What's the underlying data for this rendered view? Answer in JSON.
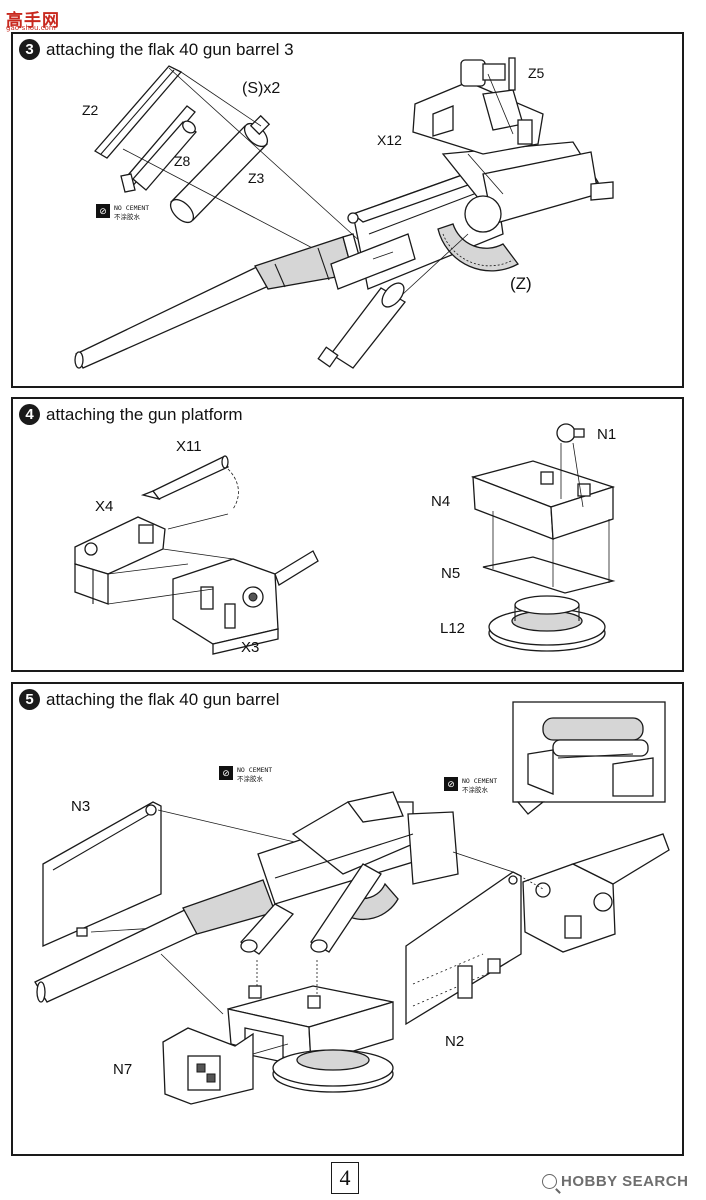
{
  "watermark": {
    "title": "高手网",
    "url": "gao-shou.com"
  },
  "steps": [
    {
      "number": "3",
      "title": "attaching the flak 40 gun barrel 3",
      "labels": {
        "z2": "Z2",
        "z8": "Z8",
        "z3": "Z3",
        "sx2": "(S)x2",
        "x12": "X12",
        "z5": "Z5",
        "z": "(Z)"
      },
      "notice": {
        "en": "NO CEMENT",
        "cn": "不涂胶水"
      }
    },
    {
      "number": "4",
      "title": "attaching the gun platform",
      "labels": {
        "x11": "X11",
        "x4": "X4",
        "x3": "X3",
        "n1": "N1",
        "n4": "N4",
        "n5": "N5",
        "l12": "L12"
      }
    },
    {
      "number": "5",
      "title": "attaching the flak 40 gun barrel",
      "labels": {
        "n3": "N3",
        "n7": "N7",
        "n2": "N2"
      },
      "notice_left": {
        "en": "NO CEMENT",
        "cn": "不涂胶水"
      },
      "notice_right": {
        "en": "NO CEMENT",
        "cn": "不涂胶水"
      }
    }
  ],
  "page_number": "4",
  "footer_brand": "HOBBY SEARCH"
}
